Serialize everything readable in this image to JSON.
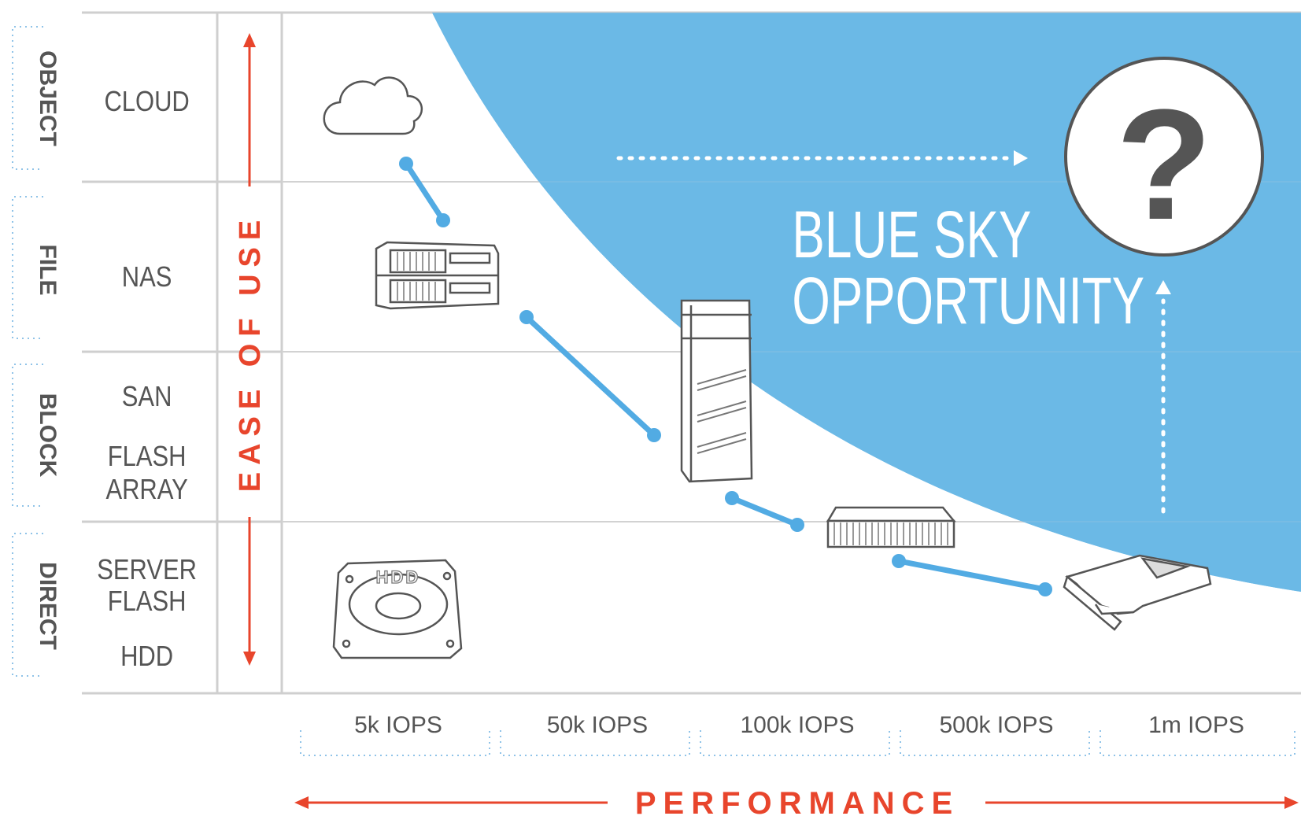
{
  "colors": {
    "sky": "#6bb8e6",
    "accent_red": "#e8452c",
    "dot_blue": "#52abe3",
    "grid": "#cfcfcf",
    "text_gray": "#5a5a5a",
    "bracket": "#8fc3e8"
  },
  "categories": [
    {
      "label": "OBJECT",
      "tiers": [
        "CLOUD"
      ]
    },
    {
      "label": "FILE",
      "tiers": [
        "NAS"
      ]
    },
    {
      "label": "BLOCK",
      "tiers": [
        "SAN",
        "FLASH",
        "ARRAY"
      ]
    },
    {
      "label": "DIRECT",
      "tiers": [
        "SERVER",
        "FLASH",
        "HDD"
      ]
    }
  ],
  "axes": {
    "vertical_label": "EASE OF USE",
    "horizontal_label": "PERFORMANCE",
    "performance_ticks": [
      "5k IOPS",
      "50k IOPS",
      "100k IOPS",
      "500k IOPS",
      "1m IOPS"
    ]
  },
  "callout": {
    "line1": "BLUE SKY",
    "line2": "OPPORTUNITY",
    "question": "?"
  },
  "icons": {
    "hdd_label": "HDD",
    "names": [
      "cloud-icon",
      "nas-icon",
      "san-tower-icon",
      "flash-array-icon",
      "pcie-flash-card-icon",
      "hdd-icon",
      "question-circle-icon"
    ]
  }
}
